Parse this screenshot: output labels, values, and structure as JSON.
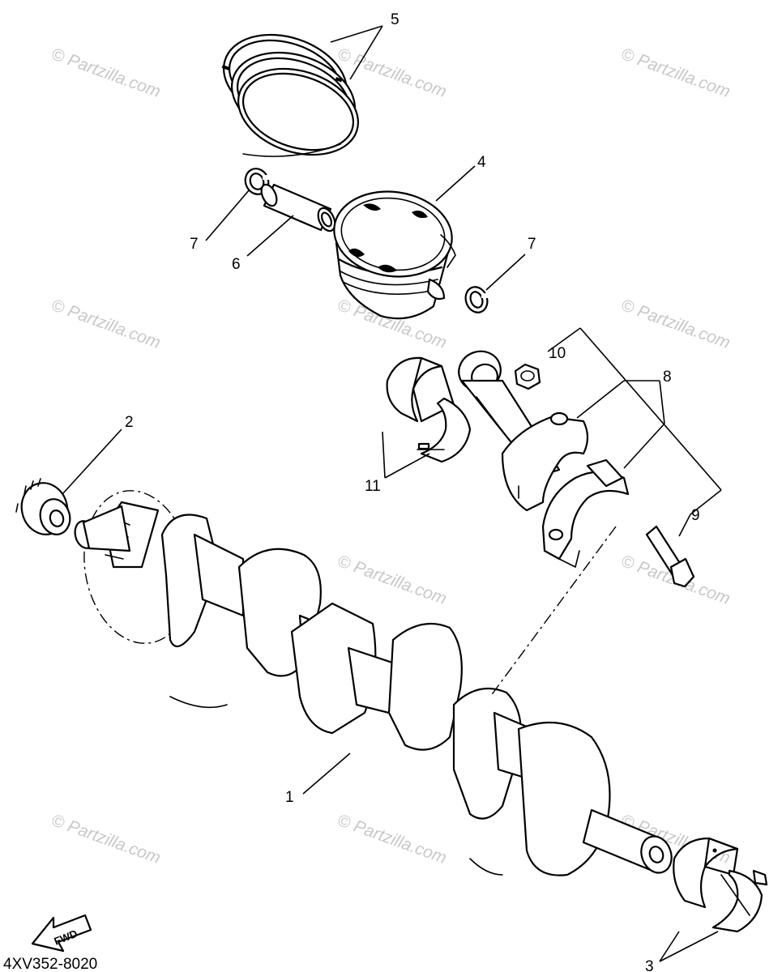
{
  "diagram": {
    "code": "4XV352-8020",
    "fwd_label": "FWD",
    "watermark": "© Partzilla.com",
    "callouts": [
      {
        "id": "1",
        "text": "1"
      },
      {
        "id": "2",
        "text": "2"
      },
      {
        "id": "3",
        "text": "3"
      },
      {
        "id": "4",
        "text": "4"
      },
      {
        "id": "5",
        "text": "5"
      },
      {
        "id": "6",
        "text": "6"
      },
      {
        "id": "7a",
        "text": "7"
      },
      {
        "id": "7b",
        "text": "7"
      },
      {
        "id": "8",
        "text": "8"
      },
      {
        "id": "9",
        "text": "9"
      },
      {
        "id": "10",
        "text": "10"
      },
      {
        "id": "11",
        "text": "11"
      }
    ]
  }
}
